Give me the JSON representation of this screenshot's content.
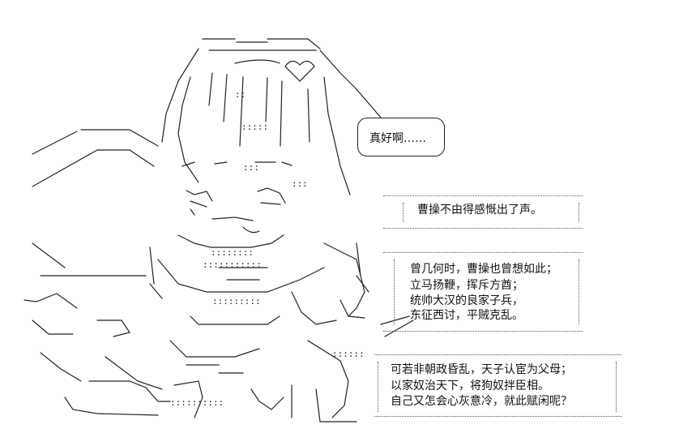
{
  "speech_bubble": {
    "text": "真好啊……"
  },
  "narration": {
    "box1": [
      "曹操不由得感慨出了声。"
    ],
    "box2": [
      "曾几何时，曹操也曾想如此；",
      "立马扬鞭，挥斥方酋；",
      "统帅大汉的良家子兵，",
      "东征西讨，平贼克乱。"
    ],
    "box3": [
      "可若非朝政昏乱，天子认宦为父母；",
      "以家奴治天下，将狗奴拌臣相。",
      "自己又怎会心灰意冷，就此赋闲呢？"
    ]
  }
}
